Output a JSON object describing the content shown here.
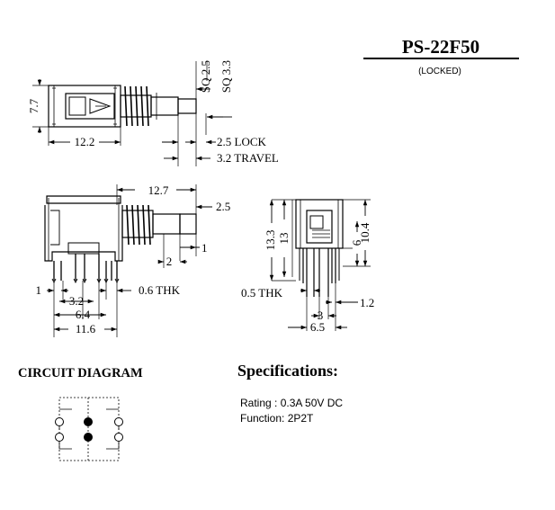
{
  "header": {
    "part_number": "PS-22F50",
    "subtitle": "(LOCKED)"
  },
  "top_view": {
    "height": "7.7",
    "body_length": "12.2",
    "shaft_sq_1": "SQ 2.5",
    "shaft_sq_2": "SQ 3.3",
    "lock": "2.5  LOCK",
    "travel": "3.2  TRAVEL"
  },
  "side_view": {
    "overall": "12.7",
    "shaft": "2.5",
    "offset_1": "1",
    "offset_2": "2",
    "pin_1": "1",
    "thickness": "0.6  THK",
    "pitch": "3.2",
    "span": "6.4",
    "width": "11.6"
  },
  "end_view": {
    "height_total": "13.3",
    "height_body": "13",
    "pin_height": "6",
    "height_side": "10.4",
    "thickness": "0.5  THK",
    "pin_pitch": "1.2",
    "pitch": "3",
    "width": "6.5"
  },
  "circuit": {
    "title": "CIRCUIT DIAGRAM"
  },
  "specifications": {
    "title": "Specifications:",
    "rating": "Rating : 0.3A 50V DC",
    "function": "Function: 2P2T"
  }
}
